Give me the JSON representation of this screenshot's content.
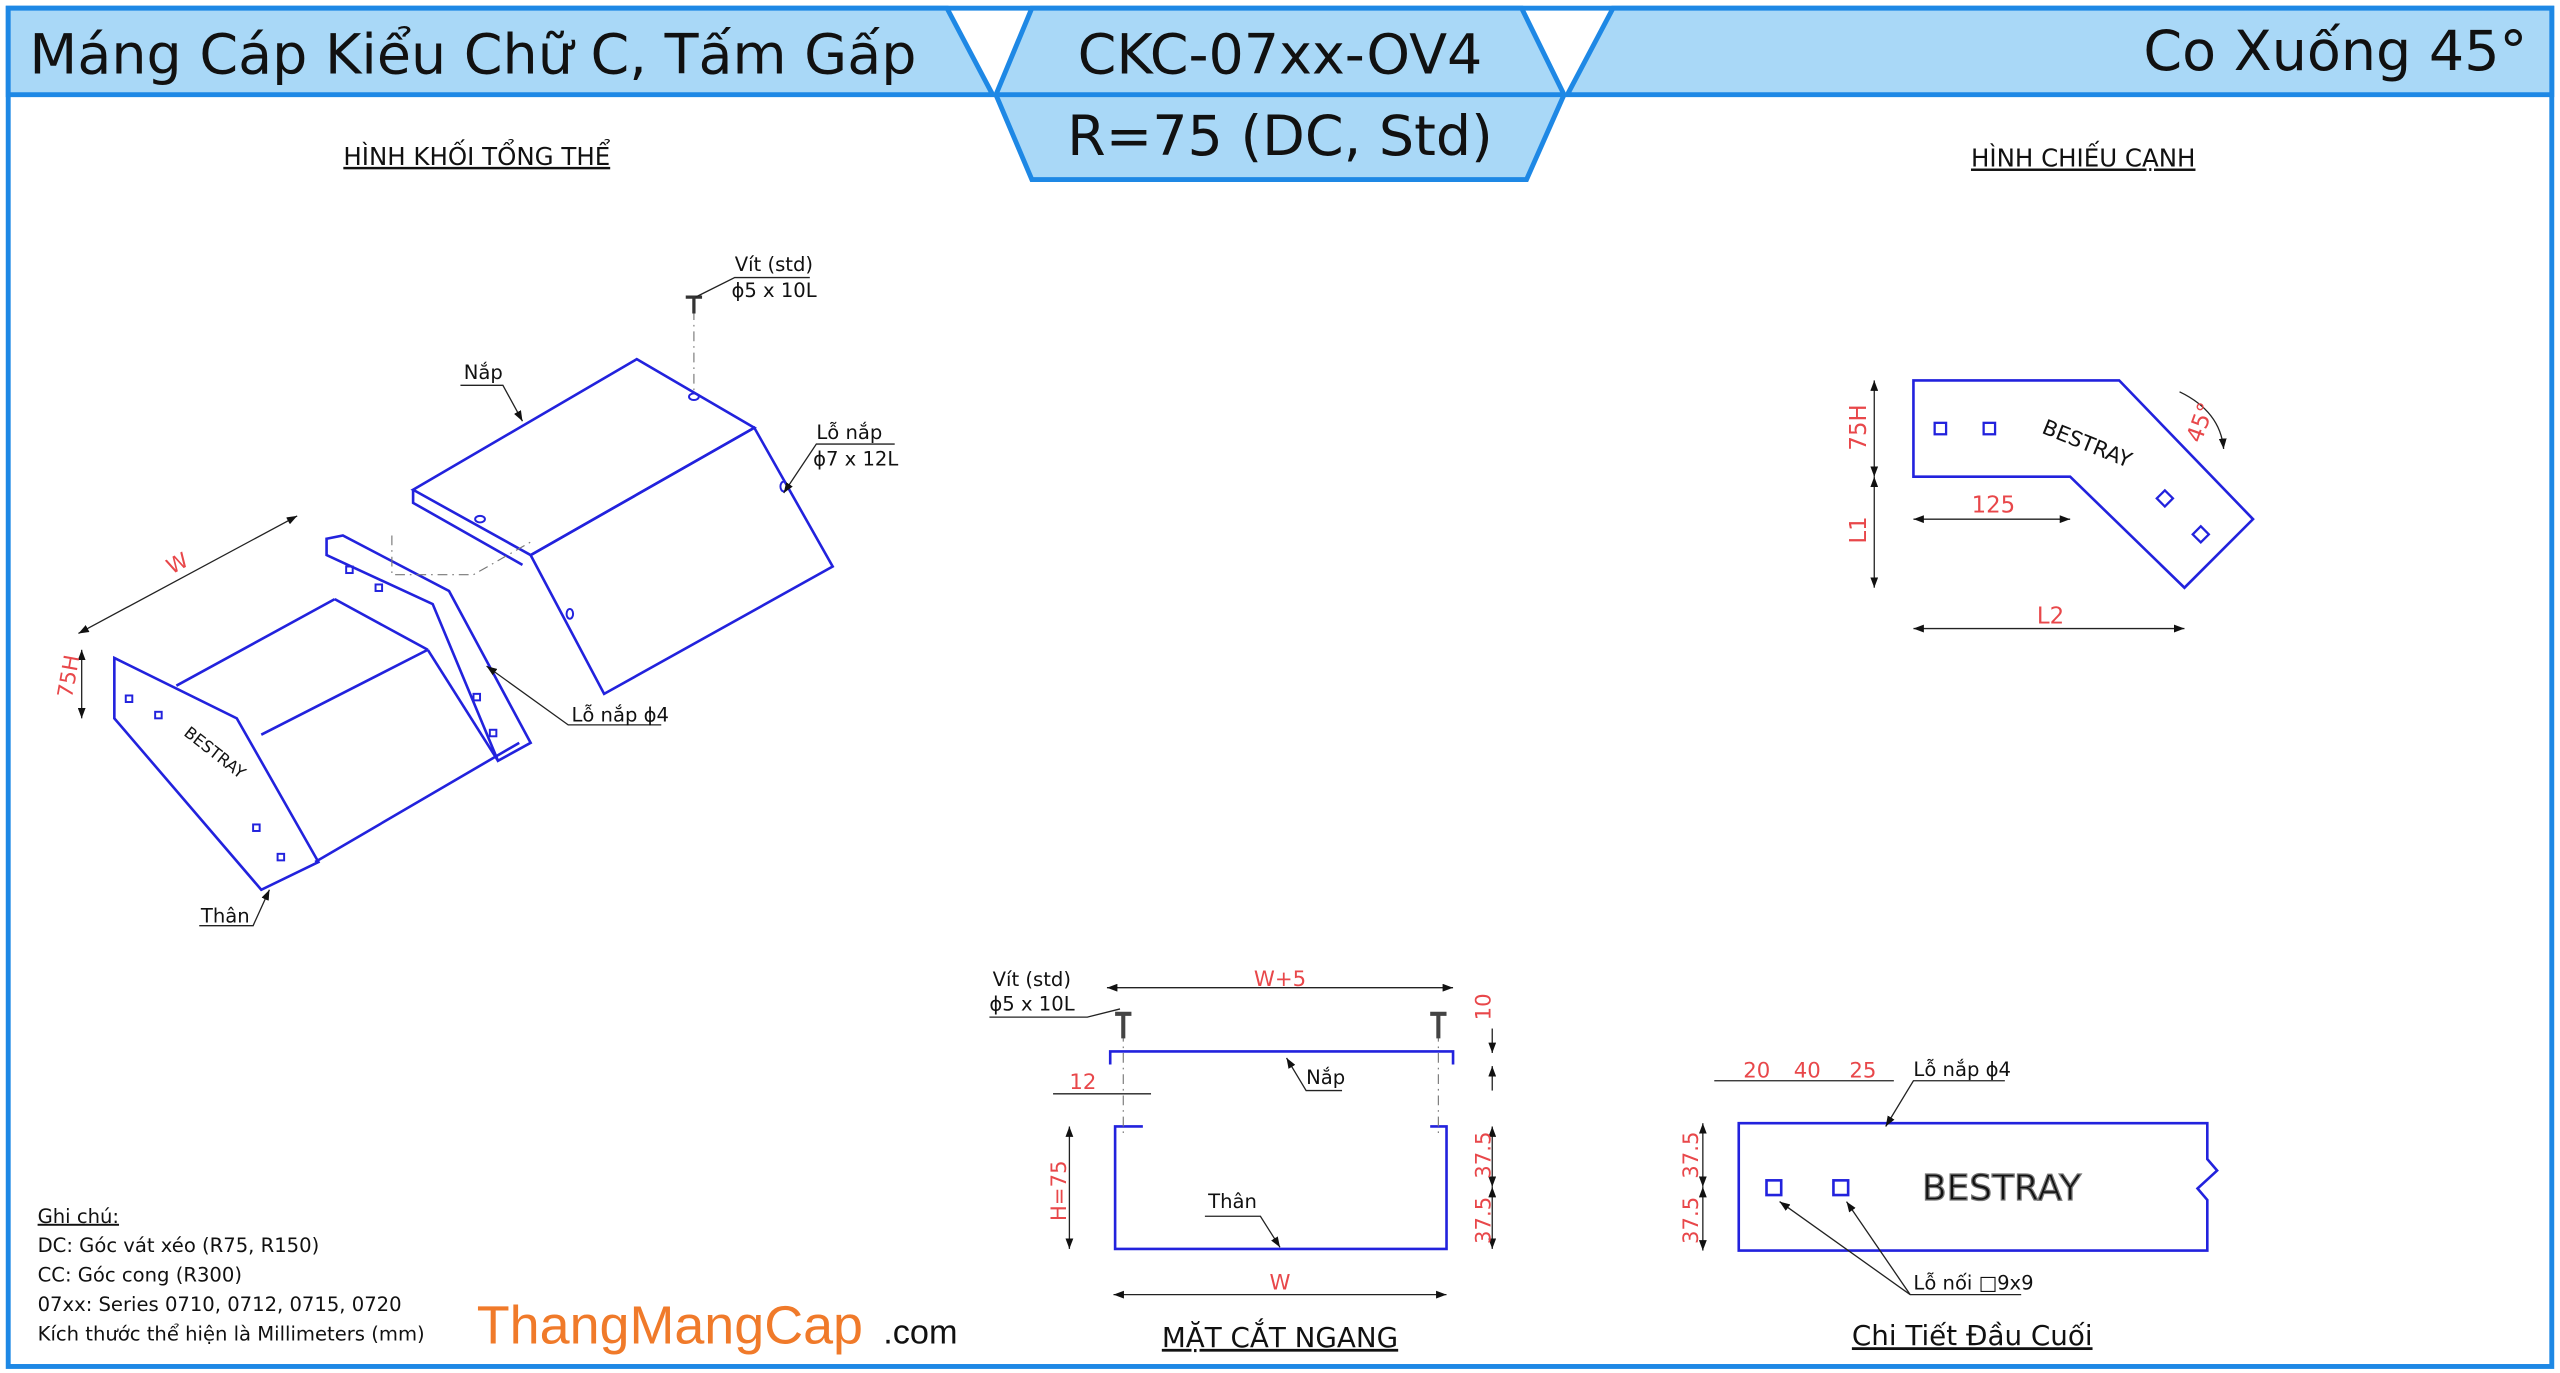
{
  "header": {
    "left_title": "Máng Cáp Kiểu Chữ C, Tấm Gấp",
    "code": "CKC-07xx-OV4",
    "subcode": "R=75 (DC, Std)",
    "right_title": "Co Xuống 45°"
  },
  "iso_view": {
    "title": "HÌNH KHỐI TỔNG THỂ",
    "screw_label": "Vít (std)",
    "screw_size": "ϕ5 x 10L",
    "cover_label": "Nắp",
    "cover_hole_label": "Lỗ nắp",
    "cover_hole_size": "ϕ7 x 12L",
    "body_hole_label": "Lỗ nắp ϕ4",
    "body_label": "Thân",
    "dim_w": "W",
    "dim_h": "75H",
    "logo": "BESTRAY"
  },
  "side_view": {
    "title": "HÌNH CHIẾU CẠNH",
    "dim_h": "75H",
    "dim_l1": "L1",
    "dim_125": "125",
    "dim_l2": "L2",
    "angle": "45°",
    "logo": "BESTRAY"
  },
  "section": {
    "title": "MẶT CẮT NGANG",
    "screw_label": "Vít (std)",
    "screw_size": "ϕ5 x 10L",
    "dim_w5": "W+5",
    "dim_10": "10",
    "dim_12": "12",
    "cover_label": "Nắp",
    "body_label": "Thân",
    "dim_h": "H=75",
    "dim_375a": "37.5",
    "dim_375b": "37.5",
    "dim_w": "W"
  },
  "end_detail": {
    "title": "Chi Tiết Đầu Cuối",
    "dim_20": "20",
    "dim_40": "40",
    "dim_25": "25",
    "hole_label": "Lỗ nắp ϕ4",
    "joint_label": "Lỗ nối □9x9",
    "dim_375a": "37.5",
    "dim_375b": "37.5",
    "logo": "BESTRAY"
  },
  "notes": {
    "title": "Ghi chú:",
    "lines": [
      "DC: Góc vát xéo (R75, R150)",
      "CC: Góc cong (R300)",
      "07xx: Series 0710, 0712, 0715, 0720",
      "Kích thước thể hiện là Millimeters (mm)"
    ]
  },
  "brand": {
    "name": "ThangMangCap",
    "suffix": ".com",
    "color": "#f07a2a"
  },
  "colors": {
    "frame": "#1e88e5",
    "header_fill": "#a9d8f7",
    "line": "#2222dd",
    "dim": "#e8474a"
  }
}
